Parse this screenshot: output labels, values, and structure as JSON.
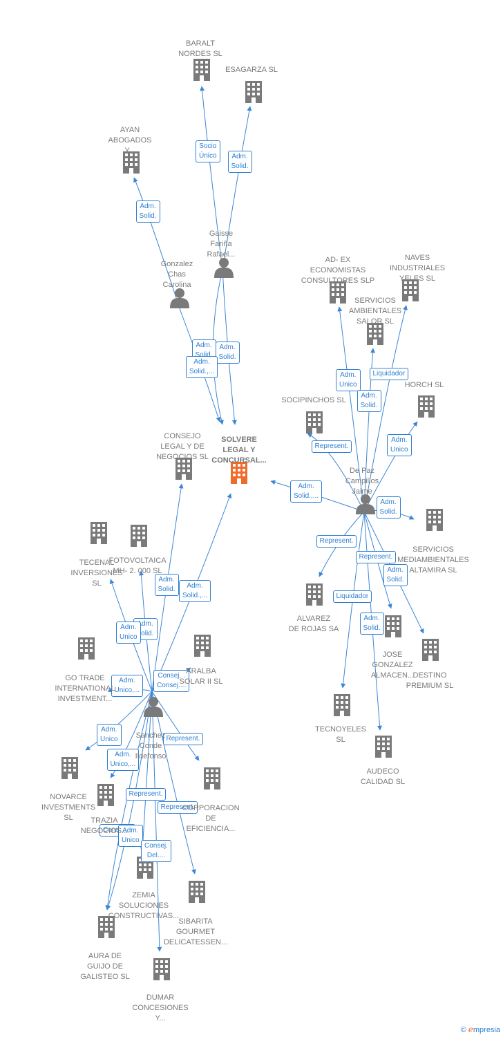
{
  "center": {
    "name": "SOLVERE\nLEGAL Y\nCONCURSAL...",
    "color": "#f06a2a"
  },
  "companies": [
    {
      "id": "baralt",
      "name": "BARALT\nNORDES  SL"
    },
    {
      "id": "esagarza",
      "name": "ESAGARZA SL"
    },
    {
      "id": "ayan",
      "name": "AYAN\nABOGADOS\nY..."
    },
    {
      "id": "adex",
      "name": "AD- EX\nECONOMISTAS\nCONSULTORES SLP"
    },
    {
      "id": "naves",
      "name": "NAVES\nINDUSTRIALES\nYELES  SL"
    },
    {
      "id": "salor",
      "name": "SERVICIOS\nAMBIENTALES\nSALOR  SL"
    },
    {
      "id": "horch",
      "name": "HORCH  SL"
    },
    {
      "id": "socipinchos",
      "name": "SOCIPINCHOS SL"
    },
    {
      "id": "consejo",
      "name": "CONSEJO\nLEGAL Y DE\nNEGOCIOS  SL"
    },
    {
      "id": "altamira",
      "name": "SERVICIOS\nMEDIAMBIENTALES\nALTAMIRA  SL"
    },
    {
      "id": "tecenal",
      "name": "TECENAL\nINVERSIONES\nSL"
    },
    {
      "id": "fotovoltaica",
      "name": "FOTOVOLTAICA\nMH- 2. 000 SL"
    },
    {
      "id": "alvarez",
      "name": "ALVAREZ\nDE ROJAS SA"
    },
    {
      "id": "josegonzalez",
      "name": "JOSE\nGONZALEZ\nALMACEN..."
    },
    {
      "id": "destino",
      "name": "DESTINO\nPREMIUM  SL"
    },
    {
      "id": "goto",
      "name": "GO TRADE\nINTERNATIONAL\nINVESTMENT..."
    },
    {
      "id": "aralba",
      "name": "ARALBA\nSOLAR II SL"
    },
    {
      "id": "tecnoyeles",
      "name": "TECNOYELES\nSL"
    },
    {
      "id": "audeco",
      "name": "AUDECO\nCALIDAD SL"
    },
    {
      "id": "novarce",
      "name": "NOVARCE\nINVESTMENTS\nSL"
    },
    {
      "id": "trazia",
      "name": "TRAZIA\nNEGOCIOS..."
    },
    {
      "id": "corporacion",
      "name": "CORPORACION\nDE\nEFICIENCIA..."
    },
    {
      "id": "zemia",
      "name": "ZEMIA\nSOLUCIONES\nCONSTRUCTIVAS..."
    },
    {
      "id": "sibarita",
      "name": "SIBARITA\nGOURMET\nDELICATESSEN..."
    },
    {
      "id": "aura",
      "name": "AURA DE\nGUIJO DE\nGALISTEO SL"
    },
    {
      "id": "dumar",
      "name": "DUMAR\nCONCESIONES\nY..."
    }
  ],
  "persons": [
    {
      "id": "gaisse",
      "name": "Gaisse\nFariña\nRafael..."
    },
    {
      "id": "gonzalez",
      "name": "Gonzalez\nChas\nCarolina"
    },
    {
      "id": "depaz",
      "name": "De Paz\nCampillos\nJaime"
    },
    {
      "id": "sanchez",
      "name": "Sanchez\nConde\nIldefonso"
    }
  ],
  "relations": [
    {
      "from": "gaisse",
      "to": "baralt",
      "label": "Socio\nÚnico"
    },
    {
      "from": "gaisse",
      "to": "esagarza",
      "label": "Adm.\nSolid."
    },
    {
      "from": "gonzalez",
      "to": "ayan",
      "label": "Adm.\nSolid."
    },
    {
      "from": "gaisse",
      "to": "center",
      "label": "Adm.\nSolid."
    },
    {
      "from": "gaisse",
      "to": "center",
      "label": "Adm.\nSolid."
    },
    {
      "from": "gonzalez",
      "to": "center",
      "label": "Adm.\nSolid.,..."
    },
    {
      "from": "depaz",
      "to": "adex",
      "label": "Adm.\nUnico"
    },
    {
      "from": "depaz",
      "to": "naves",
      "label": "Liquidador"
    },
    {
      "from": "depaz",
      "to": "salor",
      "label": "Adm.\nSolid."
    },
    {
      "from": "depaz",
      "to": "horch",
      "label": "Adm.\nUnico"
    },
    {
      "from": "depaz",
      "to": "socipinchos",
      "label": "Represent."
    },
    {
      "from": "depaz",
      "to": "center",
      "label": "Adm.\nSolid.,..."
    },
    {
      "from": "depaz",
      "to": "altamira",
      "label": "Adm.\nSolid."
    },
    {
      "from": "depaz",
      "to": "alvarez",
      "label": "Represent."
    },
    {
      "from": "depaz",
      "to": "josegonzalez",
      "label": "Represent."
    },
    {
      "from": "depaz",
      "to": "destino",
      "label": "Adm.\nSolid."
    },
    {
      "from": "depaz",
      "to": "tecnoyeles",
      "label": "Liquidador"
    },
    {
      "from": "depaz",
      "to": "audeco",
      "label": "Adm.\nSolid."
    },
    {
      "from": "sanchez",
      "to": "consejo",
      "label": "Adm.\nSolid."
    },
    {
      "from": "sanchez",
      "to": "center",
      "label": "Adm.\nSolid.,..."
    },
    {
      "from": "sanchez",
      "to": "fotovoltaica",
      "label": "Adm.\nSolid."
    },
    {
      "from": "sanchez",
      "to": "tecenal",
      "label": "Adm.\nUnico"
    },
    {
      "from": "sanchez",
      "to": "goto",
      "label": "Adm.\nUnico,..."
    },
    {
      "from": "sanchez",
      "to": "aralba",
      "label": "Consej. .\nConsej...."
    },
    {
      "from": "sanchez",
      "to": "novarce",
      "label": "Adm.\nUnico"
    },
    {
      "from": "sanchez",
      "to": "trazia",
      "label": "Adm.\nUnico,..."
    },
    {
      "from": "sanchez",
      "to": "corporacion",
      "label": "Represent."
    },
    {
      "from": "sanchez",
      "to": "zemia",
      "label": "Represent."
    },
    {
      "from": "sanchez",
      "to": "sibarita",
      "label": "Represent."
    },
    {
      "from": "sanchez",
      "to": "aura",
      "label": "Consej...."
    },
    {
      "from": "sanchez",
      "to": "aura",
      "label": "Adm.\nUnico"
    },
    {
      "from": "sanchez",
      "to": "dumar",
      "label": "Consej.\nDel...."
    }
  ],
  "footer": {
    "copyright": "©",
    "brand": "mpresia",
    "brand_initial": "e"
  },
  "colors": {
    "edge": "#3b86d6",
    "building": "#7a7a7a",
    "center": "#f06a2a"
  }
}
